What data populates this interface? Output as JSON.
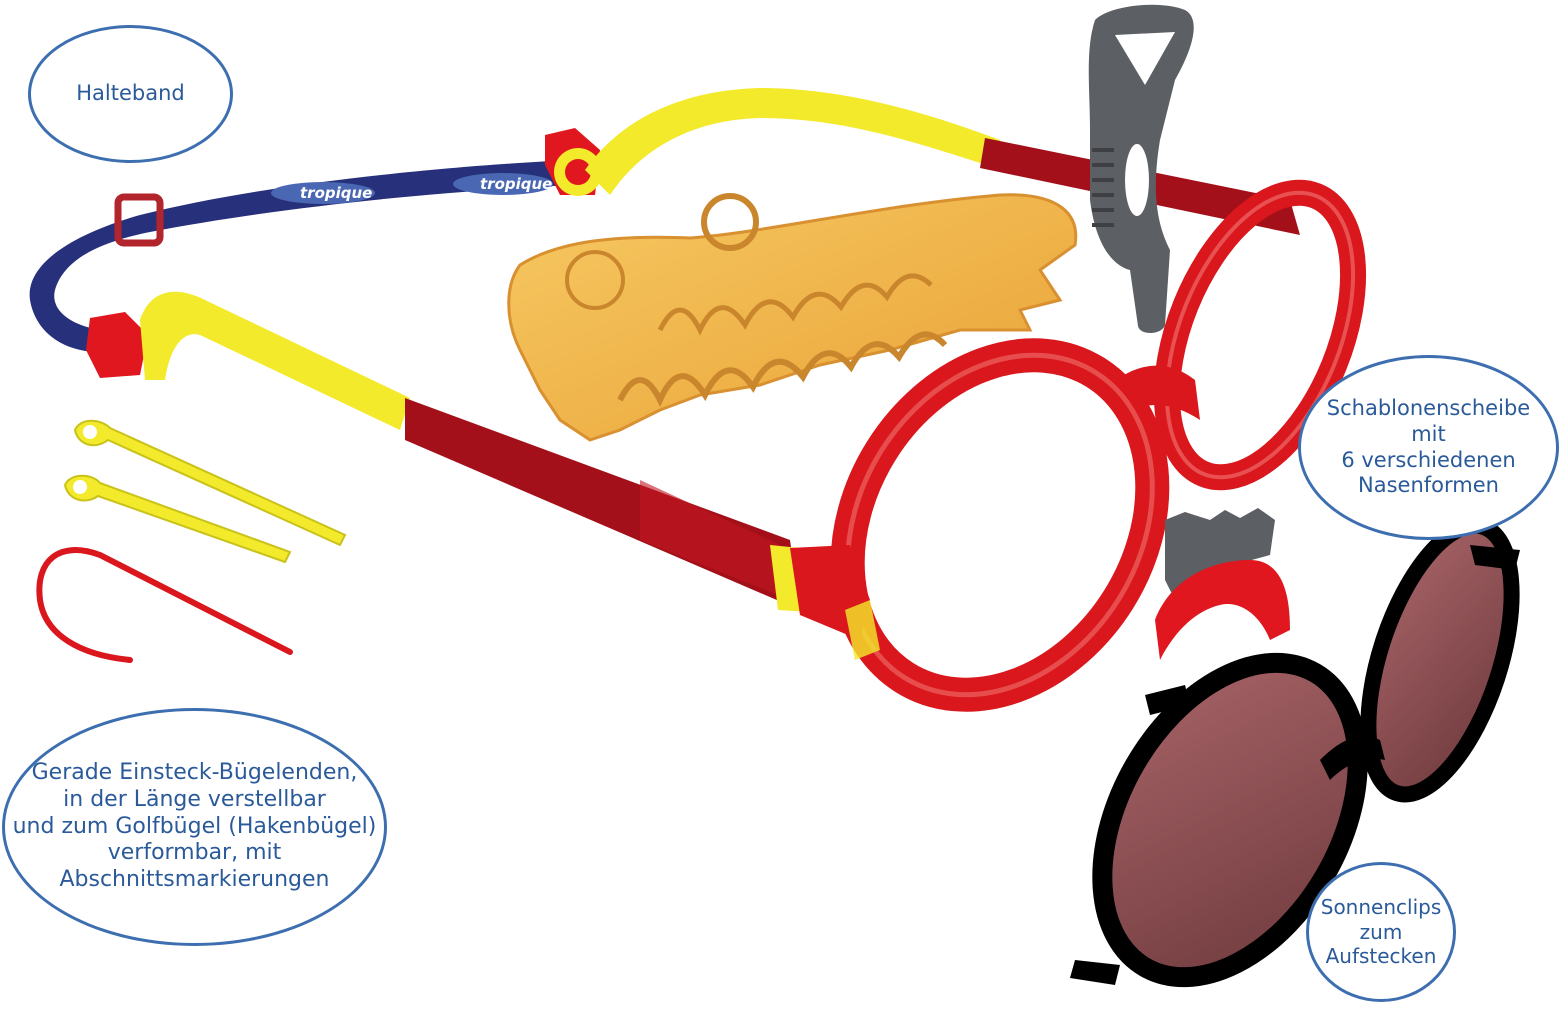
{
  "labels": {
    "halteband": "Halteband",
    "buegelenden": "Gerade Einsteck-Bügelenden,\nin der Länge verstellbar\nund zum Golfbügel (Hakenbügel)\nverformbar, mit\nAbschnittsmarkierungen",
    "schablonenscheibe": "Schablonenscheibe\nmit\n6 verschiedenen\nNasenformen",
    "sonnenclips": "Sonnenclips\nzum\nAufstecken"
  },
  "strap_brand": [
    "tropique",
    "tropique"
  ],
  "colors": {
    "frame_red": "#d9171c",
    "temple_dark_red": "#a3101a",
    "temple_yellow": "#f2ea2a",
    "strap_navy": "#27307a",
    "template_orange": "#f2b447",
    "tool_grey": "#5c5f63",
    "sunclip_lens": "#8a4f52",
    "bubble_border": "#3d6fb0",
    "bubble_text": "#2a5a9a"
  }
}
